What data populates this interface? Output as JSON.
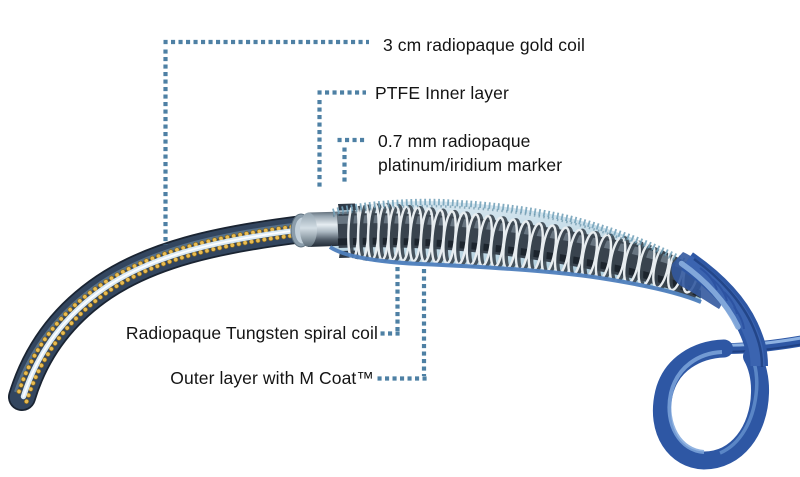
{
  "diagram": {
    "labels": {
      "gold_coil": "3 cm radiopaque gold coil",
      "ptfe": "PTFE Inner layer",
      "marker_line1": "0.7 mm radiopaque",
      "marker_line2": "platinum/iridium marker",
      "tungsten": "Radiopaque Tungsten spiral coil",
      "outer": "Outer layer with M Coat™"
    },
    "colors": {
      "background": "#ffffff",
      "text": "#141414",
      "leader_dots": "#4e80a4",
      "gold_coil_dots": "#e9bc52",
      "tip_body": "#33465f",
      "inner_stripe": "#d9e9f4",
      "shaft_gray": "#aab7c1",
      "coil_ring_highlight": "#e8edf0",
      "coil_ring_shadow": "#3a454f",
      "coil_core": "#39434e",
      "outer_layer": "#b9d3e1",
      "blue_tube": "#2e57a4"
    }
  }
}
